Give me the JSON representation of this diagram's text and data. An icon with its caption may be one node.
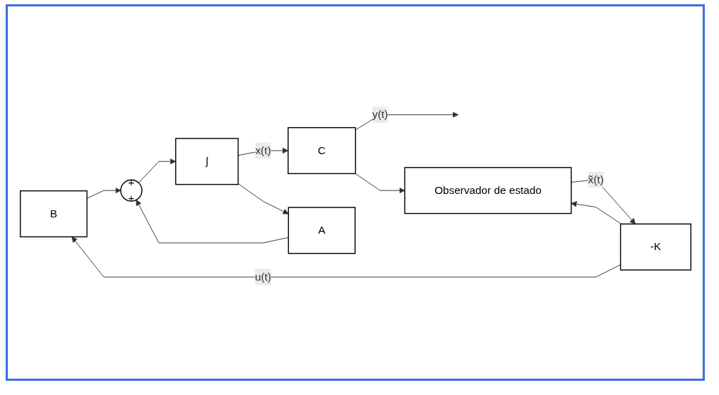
{
  "diagram": {
    "nodes": [
      {
        "text": [
          "B"
        ]
      },
      {
        "text": [
          "+",
          "+"
        ]
      },
      {
        "text": [
          "∫"
        ]
      },
      {
        "text": [
          "C"
        ]
      },
      {
        "text": [
          "A"
        ]
      },
      {
        "text": [
          "-K"
        ]
      },
      {
        "text": [
          "Observador de estado"
        ]
      }
    ],
    "edges": [
      {
        "from": 5,
        "to": 0,
        "arrow": "to",
        "label": "u(t)"
      },
      {
        "from": 5,
        "to": 6,
        "arrow": "to"
      },
      {
        "from": 0,
        "to": 1,
        "arrow": "to"
      },
      {
        "from": 4,
        "to": 1,
        "arrow": "to"
      },
      {
        "from": 1,
        "to": 2,
        "arrow": "to"
      },
      {
        "from": 2,
        "to": 3,
        "arrow": "to",
        "label": "x(t)"
      },
      {
        "from": 2,
        "to": 4,
        "arrow": "to"
      },
      {
        "from": 3,
        "to": null,
        "arrow": "to",
        "label": "y(t)"
      },
      {
        "from": 3,
        "to": 6,
        "arrow": "to"
      },
      {
        "from": 6,
        "to": 5,
        "arrow": "to",
        "label": "x̃(t)"
      }
    ]
  }
}
